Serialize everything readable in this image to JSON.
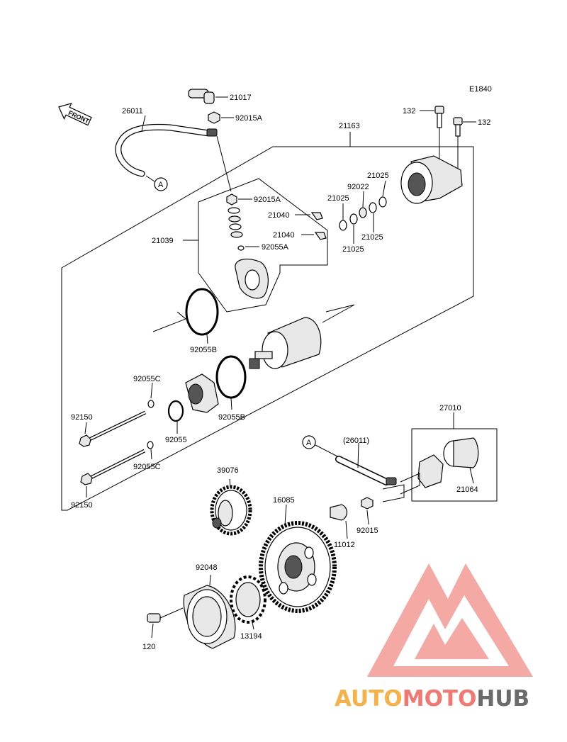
{
  "diagram_code": "E1840",
  "front_label": "FRONT",
  "callout": "A",
  "parts": {
    "p21017": "21017",
    "p26011": "26011",
    "p92015A_top": "92015A",
    "p132_left": "132",
    "p132_right": "132",
    "p21163": "21163",
    "p21025_a": "21025",
    "p92022": "92022",
    "p21025_b": "21025",
    "p21025_c": "21025",
    "p21025_d": "21025",
    "p92015A_mid": "92015A",
    "p21040_a": "21040",
    "p21040_b": "21040",
    "p21039": "21039",
    "p92055A": "92055A",
    "p92055B_a": "92055B",
    "p92055C_a": "92055C",
    "p92055B_b": "92055B",
    "p92150_a": "92150",
    "p92055": "92055",
    "p92055C_b": "92055C",
    "p92150_b": "92150",
    "p27010": "27010",
    "p26011_paren": "(26011)",
    "p21064": "21064",
    "p39076": "39076",
    "p16085": "16085",
    "p92015": "92015",
    "p11012": "11012",
    "p92048": "92048",
    "p120": "120",
    "p13194": "13194"
  },
  "watermark": {
    "part1": "AUTO",
    "part2": "MOTO",
    "part3": "HUB",
    "color1": "#f6b24a",
    "color2": "#f07a73",
    "color3": "#6b6b6b",
    "logo_color": "#f39b96"
  }
}
